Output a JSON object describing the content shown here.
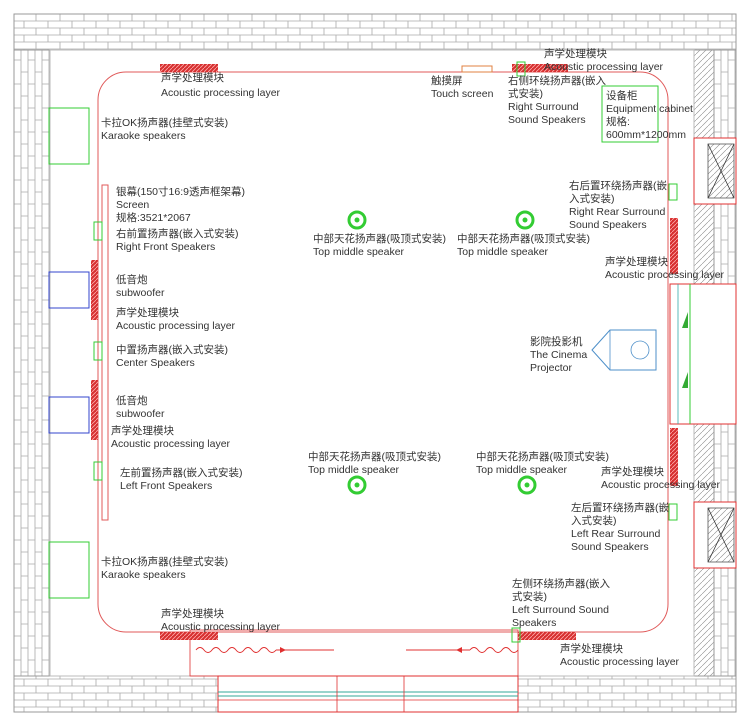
{
  "labels": {
    "acoustic_top_left": {
      "cn": "声学处理模块",
      "en": "Acoustic processing layer"
    },
    "acoustic_top_right": {
      "cn": "声学处理模块",
      "en": "Acoustic processing layer"
    },
    "touch_screen": {
      "cn": "触摸屏",
      "en": "Touch screen"
    },
    "right_surround": {
      "cn": "右侧环绕扬声器(嵌入",
      "cn2": "式安装)",
      "en": "Right Surround",
      "en2": "Sound Speakers"
    },
    "equipment_cabinet": {
      "cn": "设备柜",
      "en": "Equipment cabinet",
      "spec_label": "规格:",
      "spec": "600mm*1200mm"
    },
    "karaoke_top": {
      "cn": "卡拉OK扬声器(挂壁式安装)",
      "en": "Karaoke speakers"
    },
    "screen": {
      "cn": "银幕(150寸16:9透声框架幕)",
      "en": "Screen",
      "spec": "规格:3521*2067"
    },
    "right_front": {
      "cn": "右前置扬声器(嵌入式安装)",
      "en": "Right Front Speakers"
    },
    "right_rear": {
      "cn": "右后置环绕扬声器(嵌",
      "cn2": "入式安装)",
      "en": "Right Rear Surround",
      "en2": "Sound Speakers"
    },
    "top_middle_1": {
      "cn": "中部天花扬声器(吸顶式安装)",
      "en": "Top middle speaker"
    },
    "top_middle_2": {
      "cn": "中部天花扬声器(吸顶式安装)",
      "en": "Top middle speaker"
    },
    "acoustic_right_mid": {
      "cn": "声学处理模块",
      "en": "Acoustic processing layer"
    },
    "subwoofer_top": {
      "cn": "低音炮",
      "en": "subwoofer"
    },
    "acoustic_left_1": {
      "cn": "声学处理模块",
      "en": "Acoustic processing layer"
    },
    "center": {
      "cn": "中置扬声器(嵌入式安装)",
      "en": "Center Speakers"
    },
    "projector": {
      "cn": "影院投影机",
      "en": "The Cinema",
      "en2": "Projector"
    },
    "subwoofer_bottom": {
      "cn": "低音炮",
      "en": "subwoofer"
    },
    "acoustic_left_2": {
      "cn": "声学处理模块",
      "en": "Acoustic processing layer"
    },
    "top_middle_3": {
      "cn": "中部天花扬声器(吸顶式安装)",
      "en": "Top middle speaker"
    },
    "top_middle_4": {
      "cn": "中部天花扬声器(吸顶式安装)",
      "en": "Top middle speaker"
    },
    "left_front": {
      "cn": "左前置扬声器(嵌入式安装)",
      "en": "Left Front Speakers"
    },
    "acoustic_right_low": {
      "cn": "声学处理模块",
      "en": "Acoustic processing layer"
    },
    "left_rear": {
      "cn": "左后置环绕扬声器(嵌",
      "cn2": "入式安装)",
      "en": "Left Rear Surround",
      "en2": "Sound Speakers"
    },
    "karaoke_bottom": {
      "cn": "卡拉OK扬声器(挂壁式安装)",
      "en": "Karaoke speakers"
    },
    "left_surround": {
      "cn": "左侧环绕扬声器(嵌入",
      "cn2": "式安装)",
      "en": "Left  Surround Sound",
      "en2": "Speakers"
    },
    "acoustic_bottom_left": {
      "cn": "声学处理模块",
      "en": "Acoustic processing layer"
    },
    "acoustic_bottom_right": {
      "cn": "声学处理模块",
      "en": "Acoustic processing layer"
    }
  },
  "colors": {
    "wall": "#999999",
    "brick": "#b0b0b0",
    "room_outline": "#e05a5a",
    "acoustic_panel": "#d63030",
    "speaker": "#33cc33",
    "subwoofer": "#3344cc",
    "projector": "#4d8fc9",
    "cabinet": "#33cc33",
    "door": "#e03030"
  }
}
